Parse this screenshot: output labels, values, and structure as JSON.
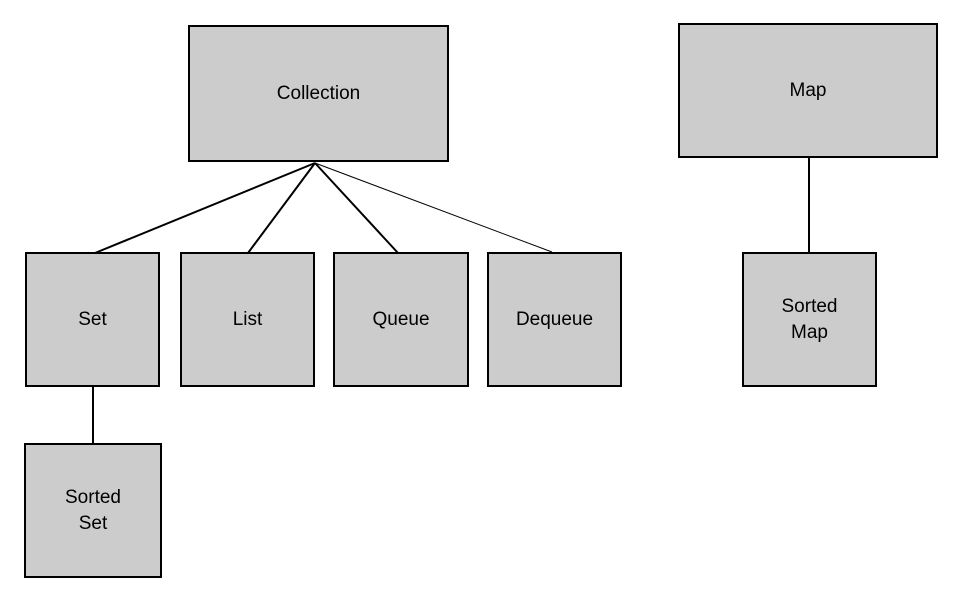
{
  "diagram": {
    "description": "Collections class hierarchy diagram",
    "nodes": {
      "collection": {
        "label": "Collection"
      },
      "map": {
        "label": "Map"
      },
      "set": {
        "label": "Set"
      },
      "list": {
        "label": "List"
      },
      "queue": {
        "label": "Queue"
      },
      "dequeue": {
        "label": "Dequeue"
      },
      "sorted_set": {
        "label": "Sorted\nSet"
      },
      "sorted_map": {
        "label": "Sorted\nMap"
      }
    },
    "edges": [
      {
        "from": "Collection",
        "to": "Set"
      },
      {
        "from": "Collection",
        "to": "List"
      },
      {
        "from": "Collection",
        "to": "Queue"
      },
      {
        "from": "Collection",
        "to": "Dequeue"
      },
      {
        "from": "Set",
        "to": "Sorted Set"
      },
      {
        "from": "Map",
        "to": "Sorted Map"
      }
    ]
  },
  "colors": {
    "node-fill": "#cccccc",
    "node-border": "#000000",
    "connector": "#000000",
    "text": "#000000",
    "background": "#ffffff"
  }
}
